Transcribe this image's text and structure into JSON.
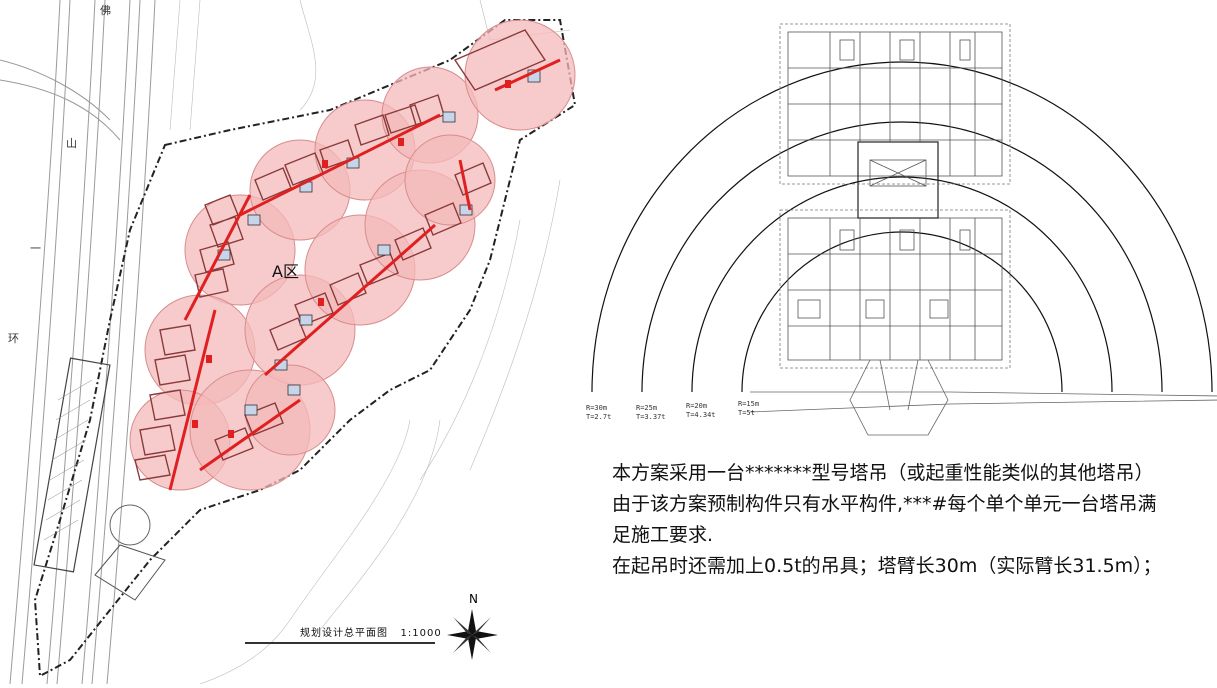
{
  "site_plan": {
    "title": "规划设计总平面图",
    "scale": "1:1000",
    "zone": "A区",
    "north": "N",
    "road_chars": [
      "佛",
      "山",
      "一",
      "环"
    ]
  },
  "crane_diagram": {
    "radius_labels": [
      {
        "r": "R=30m",
        "t": "T=2.7t"
      },
      {
        "r": "R=25m",
        "t": "T=3.37t"
      },
      {
        "r": "R=20m",
        "t": "T=4.34t"
      },
      {
        "r": "R=15m",
        "t": "T=5t"
      }
    ]
  },
  "description": {
    "lines": [
      " 本方案采用一台*******型号塔吊（或起重性能类似的其他塔吊）",
      "由于该方案预制构件只有水平构件,***#每个单个单元一台塔吊满足施工要求.",
      "在起吊时还需加上0.5t的吊具；塔臂长30m（实际臂长31.5m）；"
    ]
  },
  "colors": {
    "crane_circle_fill": "#f4b9b9",
    "crane_circle_stroke": "#d98c8c",
    "crane_arm": "#e02020",
    "building": "#8a3a3a",
    "crane_base": "#c8d4ea"
  }
}
